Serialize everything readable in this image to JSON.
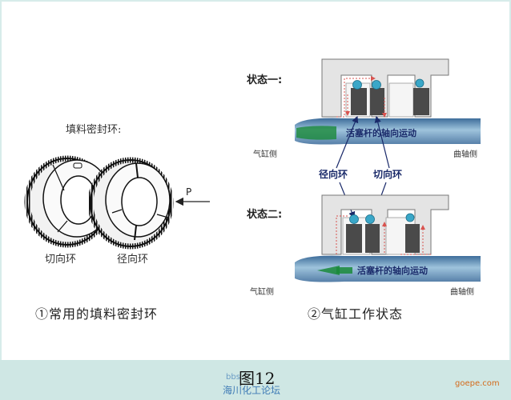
{
  "left_figure": {
    "heading": "填料密封环:",
    "tangential_label": "切向环",
    "radial_label": "径向环",
    "force_label": "P",
    "caption": "①常用的填料密封环"
  },
  "right_figure": {
    "state1_label": "状态一:",
    "state2_label": "状态二:",
    "motion_label_1": "活塞杆的轴向运动",
    "motion_label_2": "活塞杆的轴向运动",
    "cylinder_side_1": "气缸侧",
    "crank_side_1": "曲轴侧",
    "cylinder_side_2": "气缸侧",
    "crank_side_2": "曲轴侧",
    "radial_ring_label": "径向环",
    "tangential_ring_label": "切向环",
    "caption": "②气缸工作状态"
  },
  "figure_number": "图12",
  "watermark_top": "bbs",
  "watermark_bottom": "海川化工论坛",
  "watermark_right": "goepe.com",
  "colors": {
    "background": "#d7ecea",
    "housing": "#e6e6e6",
    "rod_blue": "#6f95b8",
    "seal_green": "#1a8a3a",
    "ring_dark": "#4a4a4a",
    "oring_cyan": "#3aa7c8",
    "label_navy": "#1a2a6a",
    "arrow_red": "#d9534f"
  }
}
